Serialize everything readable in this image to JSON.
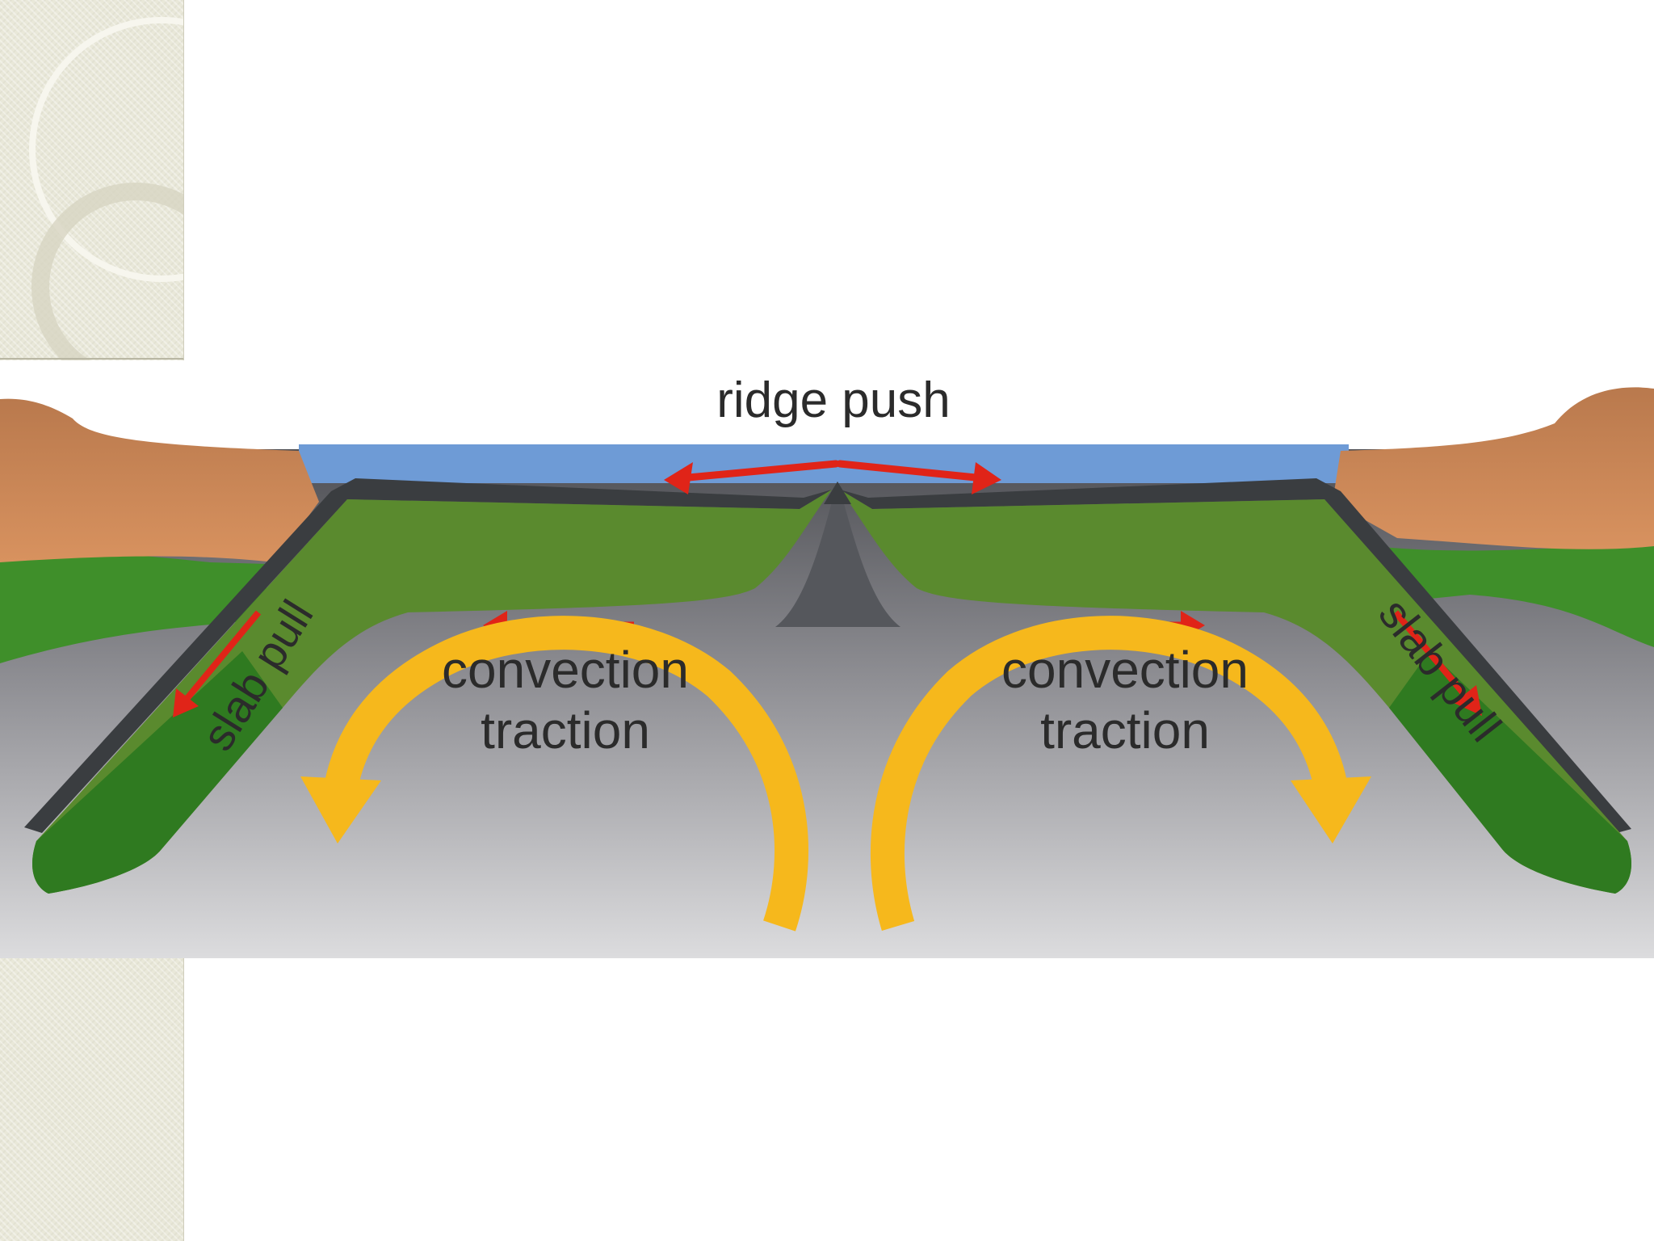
{
  "diagram": {
    "labels": {
      "ridge_push": "ridge push",
      "slab_pull_left": "slab pull",
      "slab_pull_right": "slab pull",
      "convection_left_line1": "convection",
      "convection_left_line2": "traction",
      "convection_right_line1": "convection",
      "convection_right_line2": "traction"
    },
    "colors": {
      "ocean": "#6e9bd6",
      "continent_brown": "#c88455",
      "vegetation_green": "#3f8f2a",
      "plate_green": "#5a8a2e",
      "plate_dark_green": "#2f7a20",
      "crust_dark": "#3a3d40",
      "mantle_gray": "#8e8e93",
      "force_arrow_red": "#e02418",
      "convection_arrow_yellow": "#f6b81c"
    }
  }
}
